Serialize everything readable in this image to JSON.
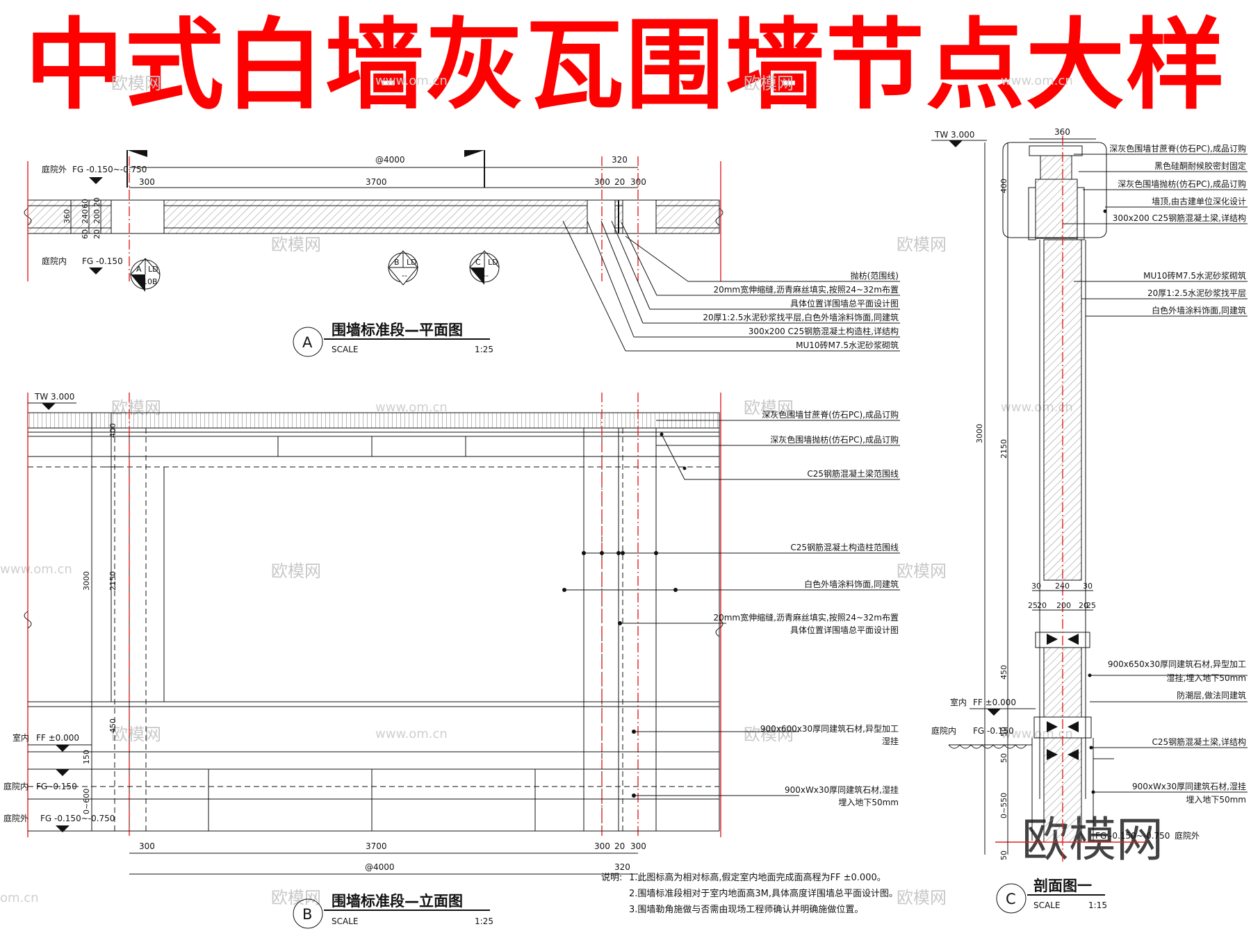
{
  "title": "中式白墙灰瓦围墙节点大样",
  "watermarks": {
    "brand": "欧模网",
    "url": "www.om.cn",
    "url_short": "om.cn",
    "big": "欧模网"
  },
  "plan": {
    "title": "围墙标准段—平面图",
    "circle": "A",
    "scale_label": "SCALE",
    "scale_value": "1:25",
    "dims_top": {
      "overall": "@4000",
      "right": "320",
      "left_seg": "300",
      "mid_seg": "3700",
      "r1": "300",
      "r2": "20",
      "r3": "300"
    },
    "dims_left": [
      "60",
      "240",
      "60",
      "20",
      "200",
      "20",
      "360"
    ],
    "levels": {
      "outside_label": "庭院外",
      "outside_value": "FG -0.150~-0.750",
      "inside_label": "庭院内",
      "inside_value": "FG -0.150"
    },
    "markers": [
      {
        "letter": "A",
        "tag": "LD",
        "sheet": "410B"
      },
      {
        "letter": "B",
        "tag": "LD",
        "sheet": "--"
      },
      {
        "letter": "C",
        "tag": "LD",
        "sheet": "--"
      }
    ],
    "notes": [
      "抛枋(范围线)",
      "20mm宽伸缩缝,沥青麻丝填实,按照24~32m布置",
      "具体位置详围墙总平面设计图",
      "20厚1:2.5水泥砂浆找平层,白色外墙涂料饰面,同建筑",
      "300x200 C25钢筋混凝土构造柱,详结构",
      "MU10砖M7.5水泥砂浆砌筑"
    ]
  },
  "elevation": {
    "title": "围墙标准段—立面图",
    "circle": "B",
    "scale_label": "SCALE",
    "scale_value": "1:25",
    "tw": "TW 3.000",
    "dims_left": {
      "d400": "400",
      "d3000": "3000",
      "d2150": "2150",
      "d450": "450",
      "d150": "150",
      "d0600": "0~600"
    },
    "dims_bottom": {
      "left_seg": "300",
      "mid_seg": "3700",
      "r1": "300",
      "r2": "20",
      "r3": "300",
      "overall": "@4000",
      "right": "320"
    },
    "levels": {
      "indoor_label": "室内",
      "indoor_value": "FF ±0.000",
      "inside_label": "庭院内",
      "inside_value": "FG -0.150",
      "outside_label": "庭院外",
      "outside_value": "FG -0.150~-0.750"
    },
    "notes": [
      "深灰色围墙甘蔗脊(仿石PC),成品订购",
      "深灰色围墙抛枋(仿石PC),成品订购",
      "C25钢筋混凝土梁范围线",
      "C25钢筋混凝土构造柱范围线",
      "白色外墙涂料饰面,同建筑",
      "20mm宽伸缩缝,沥青麻丝填实,按照24~32m布置",
      "具体位置详围墙总平面设计图",
      "900x600x30厚同建筑石材,异型加工",
      "湿挂",
      "900xWx30厚同建筑石材,湿挂",
      "埋入地下50mm"
    ]
  },
  "section": {
    "title": "剖面图一",
    "circle": "C",
    "scale_label": "SCALE",
    "scale_value": "1:15",
    "tw": "TW 3.000",
    "dims": {
      "top": "360",
      "d400": "400",
      "d3000": "3000",
      "d2150": "2150",
      "d450": "450",
      "d50a": "50",
      "d50b": "50",
      "d0550": "0~550",
      "d50c": "50",
      "w30a": "30",
      "w240": "240",
      "w30b": "30",
      "w25a": "25",
      "w20a": "20",
      "w200": "200",
      "w20b": "20",
      "w25b": "25"
    },
    "levels": {
      "indoor_label": "室内",
      "indoor_value": "FF ±0.000",
      "inside_label": "庭院内",
      "inside_value": "FG -0.150",
      "outside_value": "FG -0.150~-0.750",
      "outside_label": "庭院外"
    },
    "notes": [
      "深灰色围墙甘蔗脊(仿石PC),成品订购",
      "黑色硅酮耐候胶密封固定",
      "深灰色围墙抛枋(仿石PC),成品订购",
      "墙顶,由古建单位深化设计",
      "300x200 C25钢筋混凝土梁,详结构",
      "MU10砖M7.5水泥砂浆砌筑",
      "20厚1:2.5水泥砂浆找平层",
      "白色外墙涂料饰面,同建筑",
      "900x650x30厚同建筑石材,异型加工",
      "湿挂,埋入地下50mm",
      "防潮层,做法同建筑",
      "C25钢筋混凝土梁,详结构",
      "900xWx30厚同建筑石材,湿挂",
      "埋入地下50mm"
    ]
  },
  "explanation": {
    "label": "说明:",
    "items": [
      "1.此图标高为相对标高,假定室内地面完成面高程为FF ±0.000。",
      "2.围墙标准段相对于室内地面高3M,具体高度详围墙总平面设计图。",
      "3.围墙勒角施做与否需由现场工程师确认并明确施做位置。"
    ]
  }
}
